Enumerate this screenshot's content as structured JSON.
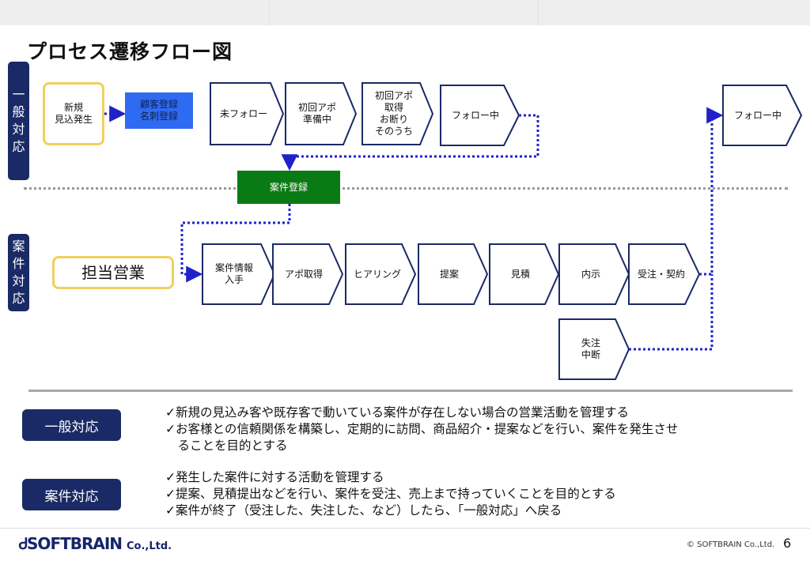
{
  "title": "プロセス遷移フロー図",
  "lanes": {
    "general": "一般対応",
    "case": "案件対応"
  },
  "nodes": {
    "new_lead": "新規\n見込発生",
    "register": "顧客登録\n名刺登録",
    "unfollowed": "未フォロー",
    "first_appt_prep": "初回アポ\n準備中",
    "first_appt_result": "初回アポ\n取得\nお断り\nそのうち",
    "following": "フォロー中",
    "following_end": "フォロー中",
    "case_register": "案件登録",
    "sales_rep": "担当営業",
    "case_info": "案件情報\n入手",
    "appt": "アポ取得",
    "hearing": "ヒアリング",
    "proposal": "提案",
    "estimate": "見積",
    "informal": "内示",
    "order": "受注・契約",
    "lost": "失注\n中断"
  },
  "legend": {
    "general_label": "一般対応",
    "general_lines": [
      "✓新規の見込み客や既存客で動いている案件が存在しない場合の営業活動を管理する",
      "✓お客様との信頼関係を構築し、定期的に訪問、商品紹介・提案などを行い、案件を発生させ",
      "　ることを目的とする"
    ],
    "case_label": "案件対応",
    "case_lines": [
      "✓発生した案件に対する活動を管理する",
      "✓提案、見積提出などを行い、案件を受注、売上まで持っていくことを目的とする",
      "✓案件が終了（受注した、失注した、など）したら、「一般対応」へ戻る"
    ]
  },
  "footer": {
    "logo": "SOFTBRAIN",
    "logo_suffix": "Co.,Ltd.",
    "copyright": "© SOFTBRAIN Co.,Ltd.",
    "page": "6"
  },
  "colors": {
    "navy": "#1a2a66",
    "arrow": "#1f22c8",
    "register_blue": "#2f6bf2",
    "case_green": "#0a7a14",
    "lead_yellow": "#f1cf5c"
  }
}
